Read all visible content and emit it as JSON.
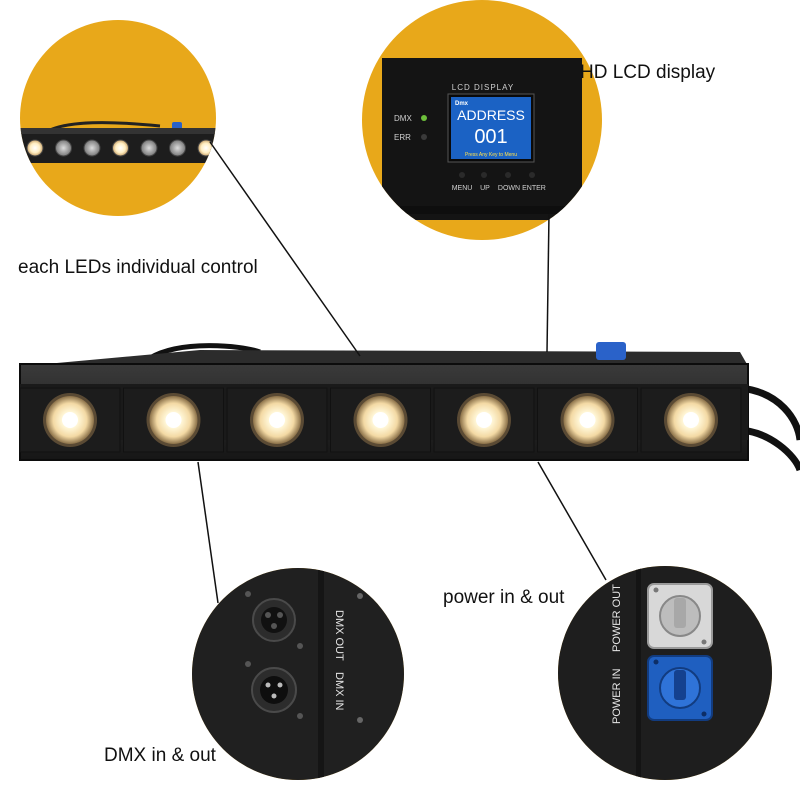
{
  "colors": {
    "accent_gold": "#e8a81a",
    "fixture_body": "#1b1b1b",
    "lcd_screen": "#1b62c4",
    "power_in_blue": "#1f5fc0",
    "power_out_grey": "#d8d8d8",
    "led_warm": "#fff2c8"
  },
  "callouts": {
    "leds": "each LEDs individual control",
    "lcd": "HD LCD display",
    "dmx": "DMX in & out",
    "power": "power in & out"
  },
  "lcd_panel": {
    "header": "LCD DISPLAY",
    "indicator_dmx": "DMX",
    "indicator_err": "ERR",
    "screen_brand": "Dmx",
    "screen_title": "ADDRESS",
    "screen_value": "001",
    "screen_hint": "Press Any Key to Menu",
    "buttons": [
      "MENU",
      "UP",
      "DOWN",
      "ENTER"
    ]
  },
  "dmx_panel": {
    "out_label": "DMX OUT",
    "in_label": "DMX IN"
  },
  "power_panel": {
    "out_label": "POWER OUT",
    "in_label": "POWER IN"
  },
  "fixture": {
    "led_count": 7
  }
}
